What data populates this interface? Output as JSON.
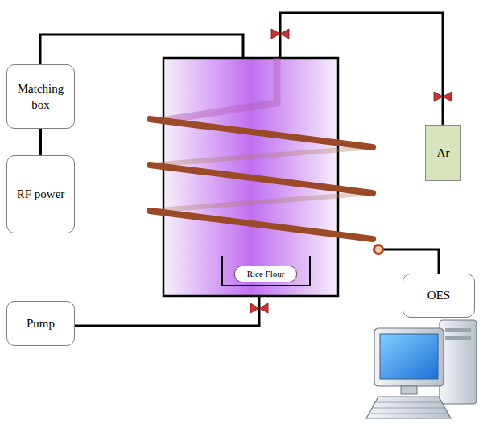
{
  "diagram": {
    "nodes": [
      {
        "text": [
          "Matching box"
        ]
      },
      {
        "text": [
          "Ar"
        ]
      },
      {
        "text": [
          "RF power"
        ]
      },
      {
        "text": [
          "Rice Flour"
        ]
      },
      {
        "text": [
          "OES"
        ]
      },
      {
        "text": [
          "Pump"
        ]
      }
    ],
    "edges": [
      {
        "from": 0,
        "to": 2,
        "arrow": "none"
      }
    ]
  }
}
